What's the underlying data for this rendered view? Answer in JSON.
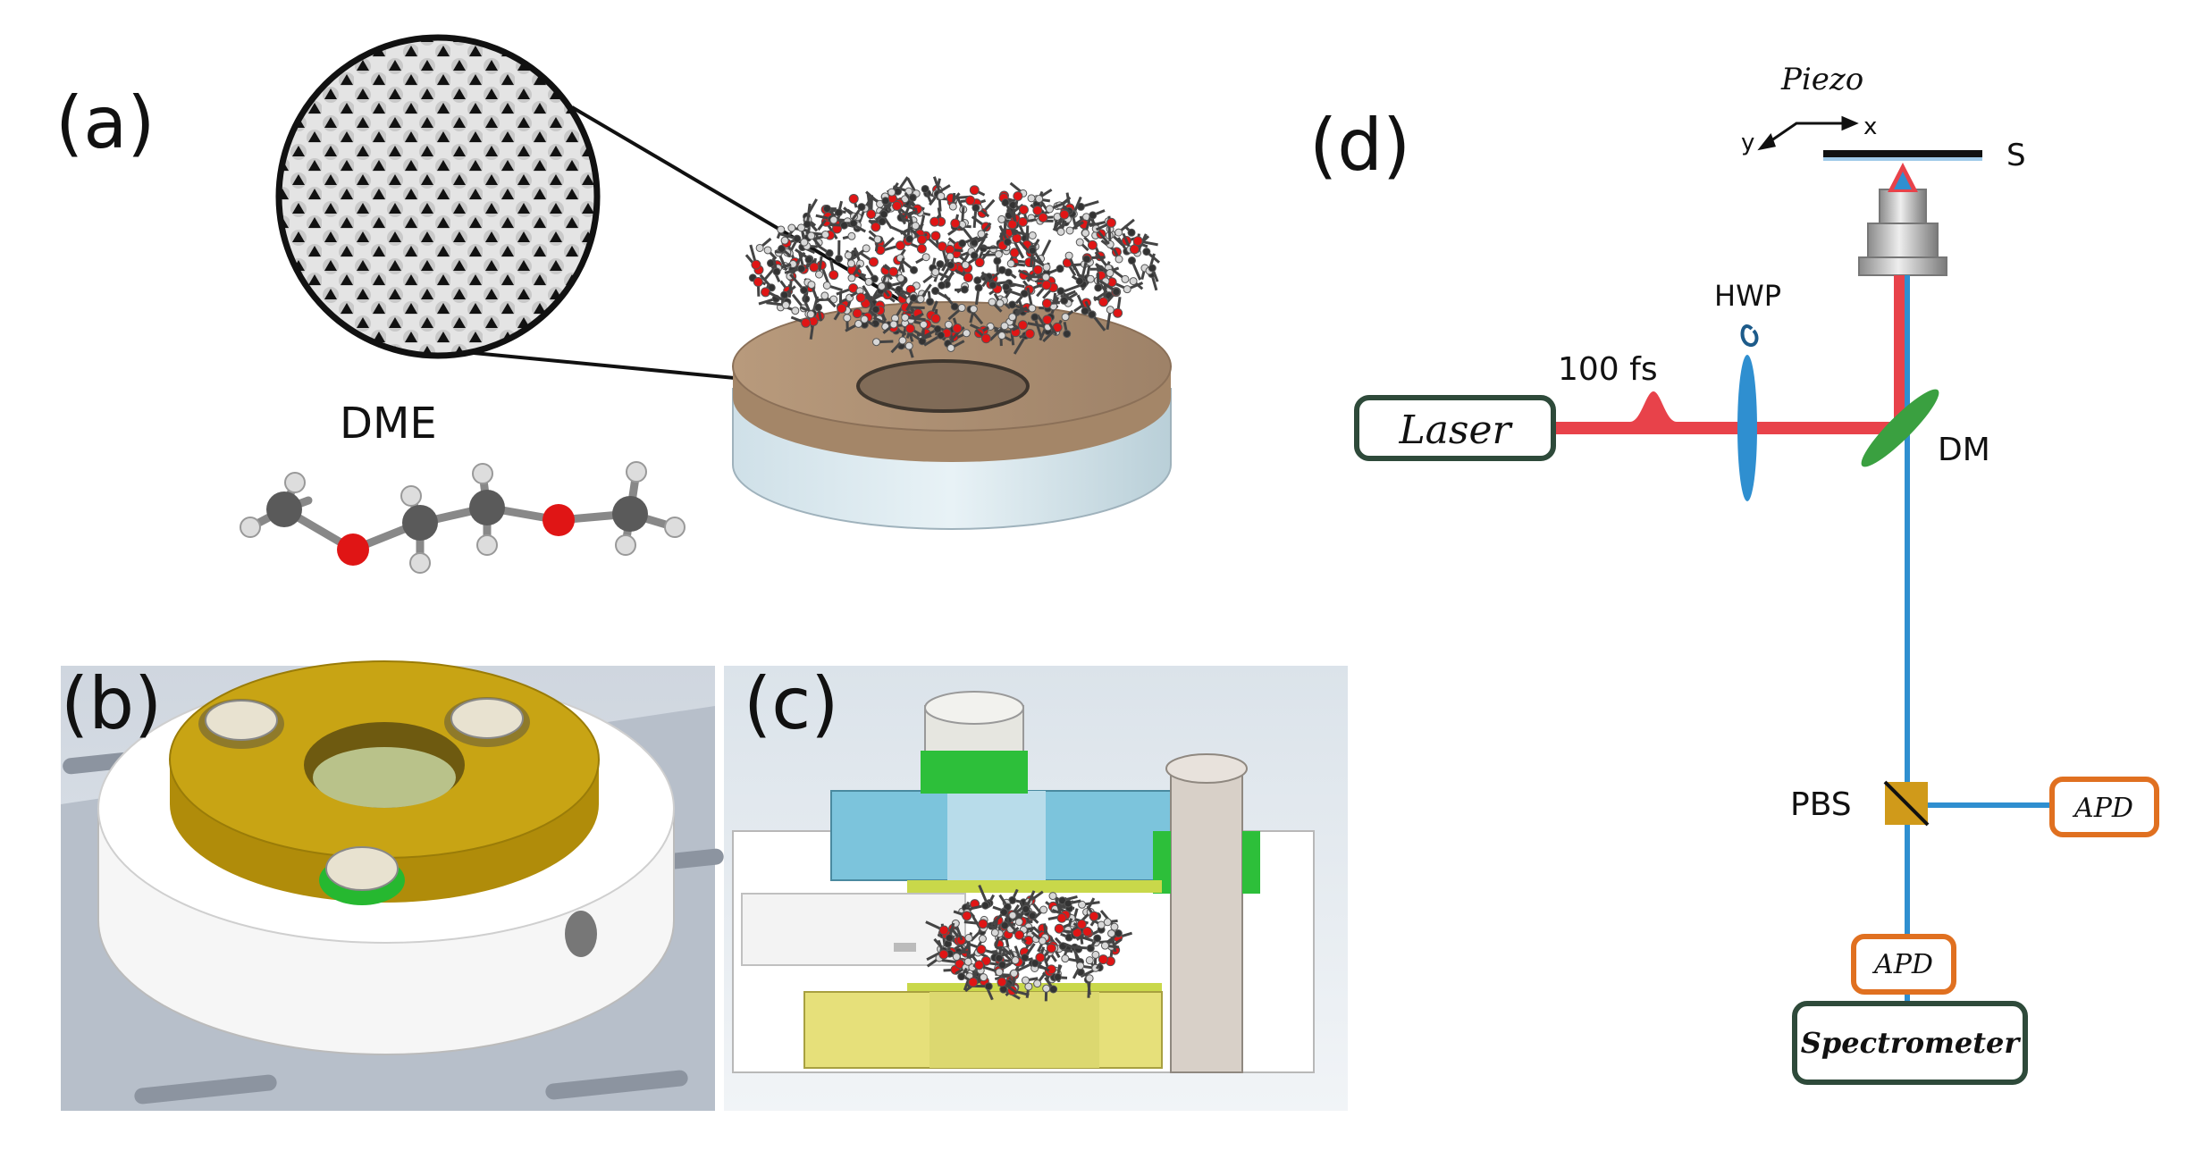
{
  "panels": {
    "a": {
      "label": "(a)",
      "molecule_label": "DME"
    },
    "b": {
      "label": "(b)"
    },
    "c": {
      "label": "(c)"
    },
    "d": {
      "label": "(d)",
      "piezo": "Piezo",
      "axis_x": "x",
      "axis_y": "y",
      "sample": "S",
      "hwp": "HWP",
      "pulse": "100 fs",
      "laser": "Laser",
      "dm": "DM",
      "pbs": "PBS",
      "apd_right": "APD",
      "apd_bottom": "APD",
      "spectrometer": "Spectrometer"
    }
  },
  "colors": {
    "laser_beam": "#e8424a",
    "signal_beam": "#2f8fd0",
    "laser_box": "#2e4a3a",
    "apd_box": "#e07020",
    "spectrometer_box": "#2e4a3a",
    "dm_mirror": "#3aa040",
    "pbs_cube": "#d09a1a",
    "brass": "#c8a414",
    "ptfe_block": "#7cc4dc"
  }
}
